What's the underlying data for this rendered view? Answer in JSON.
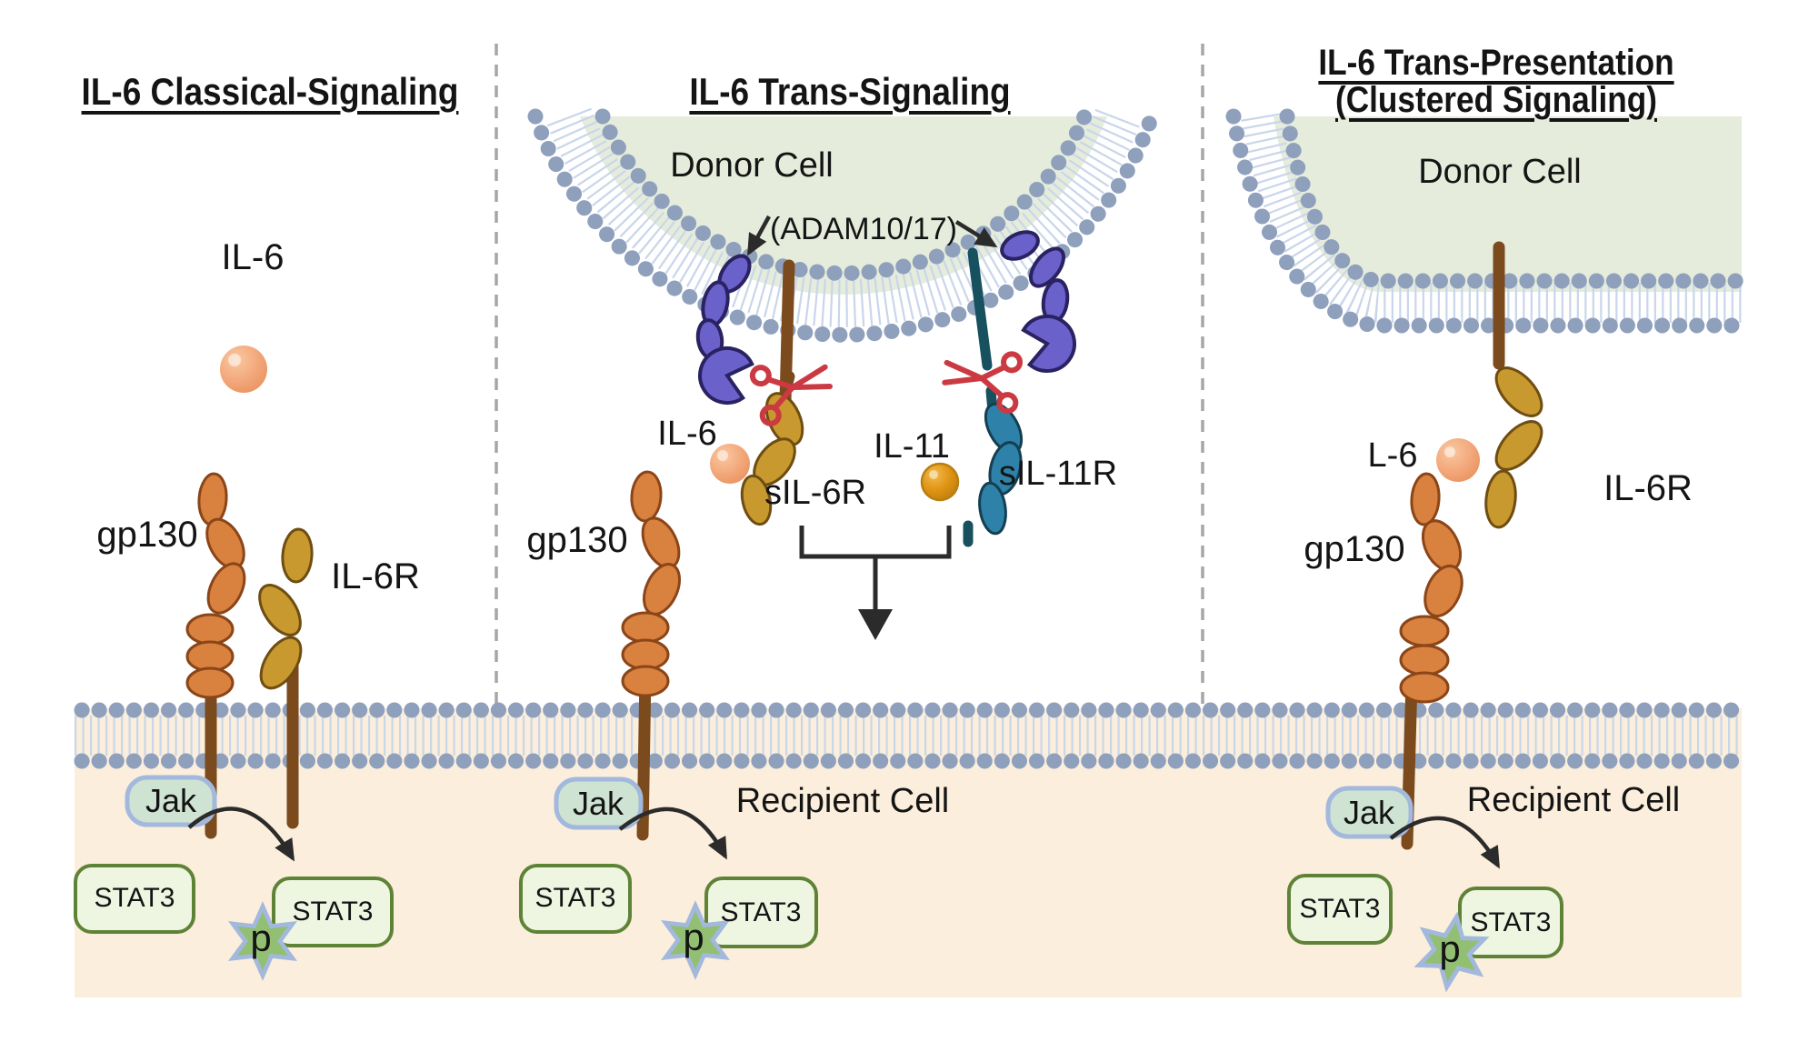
{
  "figure": {
    "titles": {
      "classical": "IL-6 Classical-Signaling",
      "trans": "IL-6 Trans-Signaling",
      "trans_presentation_line1": "IL-6 Trans-Presentation",
      "trans_presentation_line2": "(Clustered Signaling)"
    },
    "cells": {
      "donor": "Donor Cell",
      "recipient": "Recipient Cell"
    },
    "molecules": {
      "il6": "IL-6",
      "l6": "L-6",
      "gp130": "gp130",
      "il6r": "IL-6R",
      "sil6r": "sIL-6R",
      "il11": "IL-11",
      "sil11r": "sIL-11R",
      "adam": "(ADAM10/17)",
      "jak": "Jak",
      "stat3": "STAT3",
      "phospho": "p"
    },
    "colors": {
      "donor_fill": "#e5ecdb",
      "recipient_fill": "#fbeedc",
      "mem_dot": "#8fa0bd",
      "mem_tail": "#c9d6ea",
      "divider": "#a6a6a6",
      "orange": "#d9813f",
      "orange_dk": "#8a4518",
      "gold": "#c8992e",
      "gold_dk": "#6f4d12",
      "teal": "#2e81a8",
      "teal_dk": "#143f52",
      "purple": "#6a61cb",
      "purple_dk": "#2a2261",
      "red": "#cb3a42",
      "stalk": "#7b4a1d",
      "stalk_teal": "#17505f",
      "jak_fill": "#cfe3d2",
      "jak_border": "#a2b8dc",
      "stat_fill": "#eef6e2",
      "stat_border": "#5f8336",
      "star_fill": "#92bf72",
      "star_border": "#a2b8dc",
      "ball_hi": "#fac8a2",
      "ball": "#f3a97c",
      "ball_dk": "#e8935f",
      "amber_hi": "#f1bb4f",
      "amber": "#df9313",
      "amber_dk": "#b97f10",
      "ink": "#2b2b2b"
    }
  }
}
